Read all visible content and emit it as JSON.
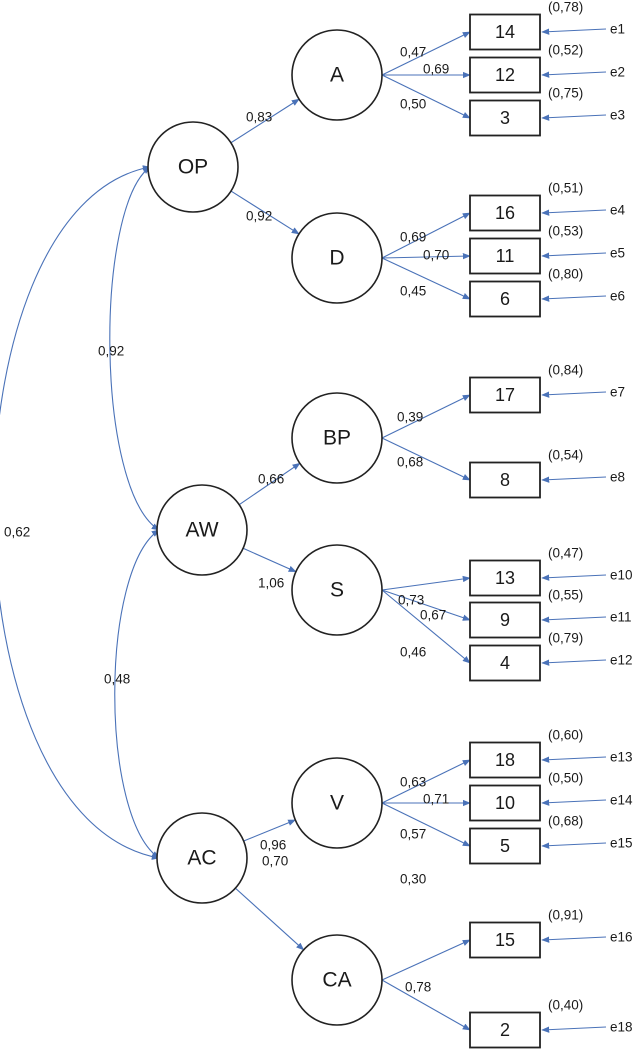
{
  "colors": {
    "arrow": "#4a72b8",
    "stroke": "#222222",
    "background": "#ffffff"
  },
  "latents": [
    {
      "id": "OP",
      "label": "OP"
    },
    {
      "id": "AW",
      "label": "AW"
    },
    {
      "id": "AC",
      "label": "AC"
    },
    {
      "id": "A",
      "label": "A"
    },
    {
      "id": "D",
      "label": "D"
    },
    {
      "id": "BP",
      "label": "BP"
    },
    {
      "id": "S",
      "label": "S"
    },
    {
      "id": "V",
      "label": "V"
    },
    {
      "id": "CA",
      "label": "CA"
    }
  ],
  "items": [
    {
      "id": "i14",
      "label": "14",
      "error": "e1",
      "error_variance": "(0,78)"
    },
    {
      "id": "i12",
      "label": "12",
      "error": "e2",
      "error_variance": "(0,52)"
    },
    {
      "id": "i3",
      "label": "3",
      "error": "e3",
      "error_variance": "(0,75)"
    },
    {
      "id": "i16",
      "label": "16",
      "error": "e4",
      "error_variance": "(0,51)"
    },
    {
      "id": "i11",
      "label": "11",
      "error": "e5",
      "error_variance": "(0,53)"
    },
    {
      "id": "i6",
      "label": "6",
      "error": "e6",
      "error_variance": "(0,80)"
    },
    {
      "id": "i17",
      "label": "17",
      "error": "e7",
      "error_variance": "(0,84)"
    },
    {
      "id": "i8",
      "label": "8",
      "error": "e8",
      "error_variance": "(0,54)"
    },
    {
      "id": "i13",
      "label": "13",
      "error": "e10",
      "error_variance": "(0,47)"
    },
    {
      "id": "i9",
      "label": "9",
      "error": "e11",
      "error_variance": "(0,55)"
    },
    {
      "id": "i4",
      "label": "4",
      "error": "e12",
      "error_variance": "(0,79)"
    },
    {
      "id": "i18",
      "label": "18",
      "error": "e13",
      "error_variance": "(0,60)"
    },
    {
      "id": "i10",
      "label": "10",
      "error": "e14",
      "error_variance": "(0,50)"
    },
    {
      "id": "i5",
      "label": "5",
      "error": "e15",
      "error_variance": "(0,68)"
    },
    {
      "id": "i15",
      "label": "15",
      "error": "e16",
      "error_variance": "(0,91)"
    },
    {
      "id": "i2",
      "label": "2",
      "error": "e18",
      "error_variance": "(0,40)"
    }
  ],
  "paths": [
    {
      "from": "OP",
      "to": "A",
      "coef": "0,83"
    },
    {
      "from": "OP",
      "to": "D",
      "coef": "0,92"
    },
    {
      "from": "AW",
      "to": "BP",
      "coef": "0,66"
    },
    {
      "from": "AW",
      "to": "S",
      "coef": "1,06"
    },
    {
      "from": "AC",
      "to": "V",
      "coef": "0,96"
    },
    {
      "from": "AC",
      "to": "CA",
      "coef": "0,70"
    },
    {
      "from": "A",
      "to": "i14",
      "coef": "0,47"
    },
    {
      "from": "A",
      "to": "i12",
      "coef": "0,69"
    },
    {
      "from": "A",
      "to": "i3",
      "coef": "0,50"
    },
    {
      "from": "D",
      "to": "i16",
      "coef": "0,69"
    },
    {
      "from": "D",
      "to": "i11",
      "coef": "0,70"
    },
    {
      "from": "D",
      "to": "i6",
      "coef": "0,45"
    },
    {
      "from": "BP",
      "to": "i17",
      "coef": "0,39"
    },
    {
      "from": "BP",
      "to": "i8",
      "coef": "0,68"
    },
    {
      "from": "S",
      "to": "i13",
      "coef": "0,73"
    },
    {
      "from": "S",
      "to": "i9",
      "coef": "0,67"
    },
    {
      "from": "S",
      "to": "i4",
      "coef": "0,46"
    },
    {
      "from": "V",
      "to": "i18",
      "coef": "0,63"
    },
    {
      "from": "V",
      "to": "i10",
      "coef": "0,71"
    },
    {
      "from": "V",
      "to": "i5",
      "coef": "0,57"
    },
    {
      "from": "CA",
      "to": "i15",
      "coef": "0,30"
    },
    {
      "from": "CA",
      "to": "i2",
      "coef": "0,78"
    }
  ],
  "correlations": [
    {
      "a": "OP",
      "b": "AW",
      "coef": "0,92"
    },
    {
      "a": "AW",
      "b": "AC",
      "coef": "0,48"
    },
    {
      "a": "OP",
      "b": "AC",
      "coef": "0,62"
    }
  ]
}
